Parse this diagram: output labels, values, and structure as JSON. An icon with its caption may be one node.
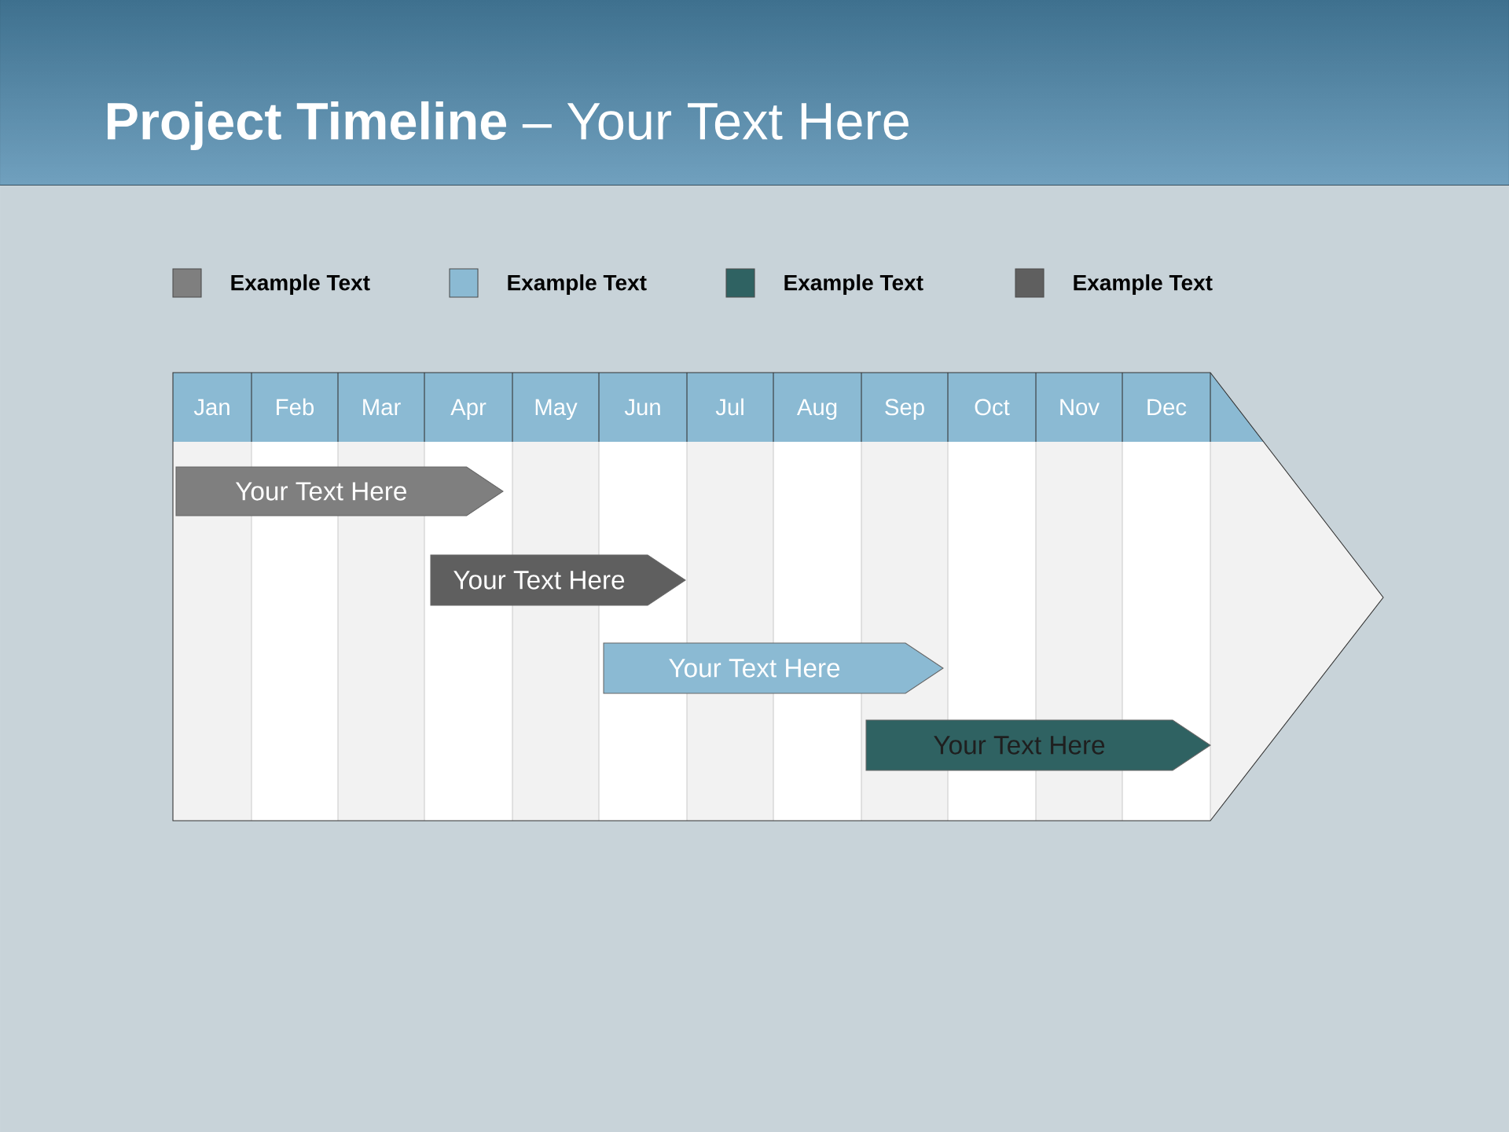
{
  "diagram": {
    "title": "**Project Timeline** – Your Text Here",
    "nodes": [
      {
        "text": [
          "Your  Text Here"
        ]
      },
      {
        "text": [
          "Your  Text Here"
        ]
      },
      {
        "text": [
          "Your  Text Here"
        ]
      },
      {
        "text": [
          "Your  Text Here"
        ]
      }
    ],
    "labels": [
      "Jan",
      "Feb",
      "Mar",
      "Apr",
      "May",
      "Jun",
      "Jul",
      "Aug",
      "Sep",
      "Oct",
      "Nov",
      "Dec"
    ],
    "legend": [
      {
        "text": "Example Text",
        "color": "#7f7f7f"
      },
      {
        "text": "Example Text",
        "color": "#8bbad3"
      },
      {
        "text": "Example Text",
        "color": "#2f6262"
      },
      {
        "text": "Example Text",
        "color": "#5f5f5f"
      }
    ]
  }
}
